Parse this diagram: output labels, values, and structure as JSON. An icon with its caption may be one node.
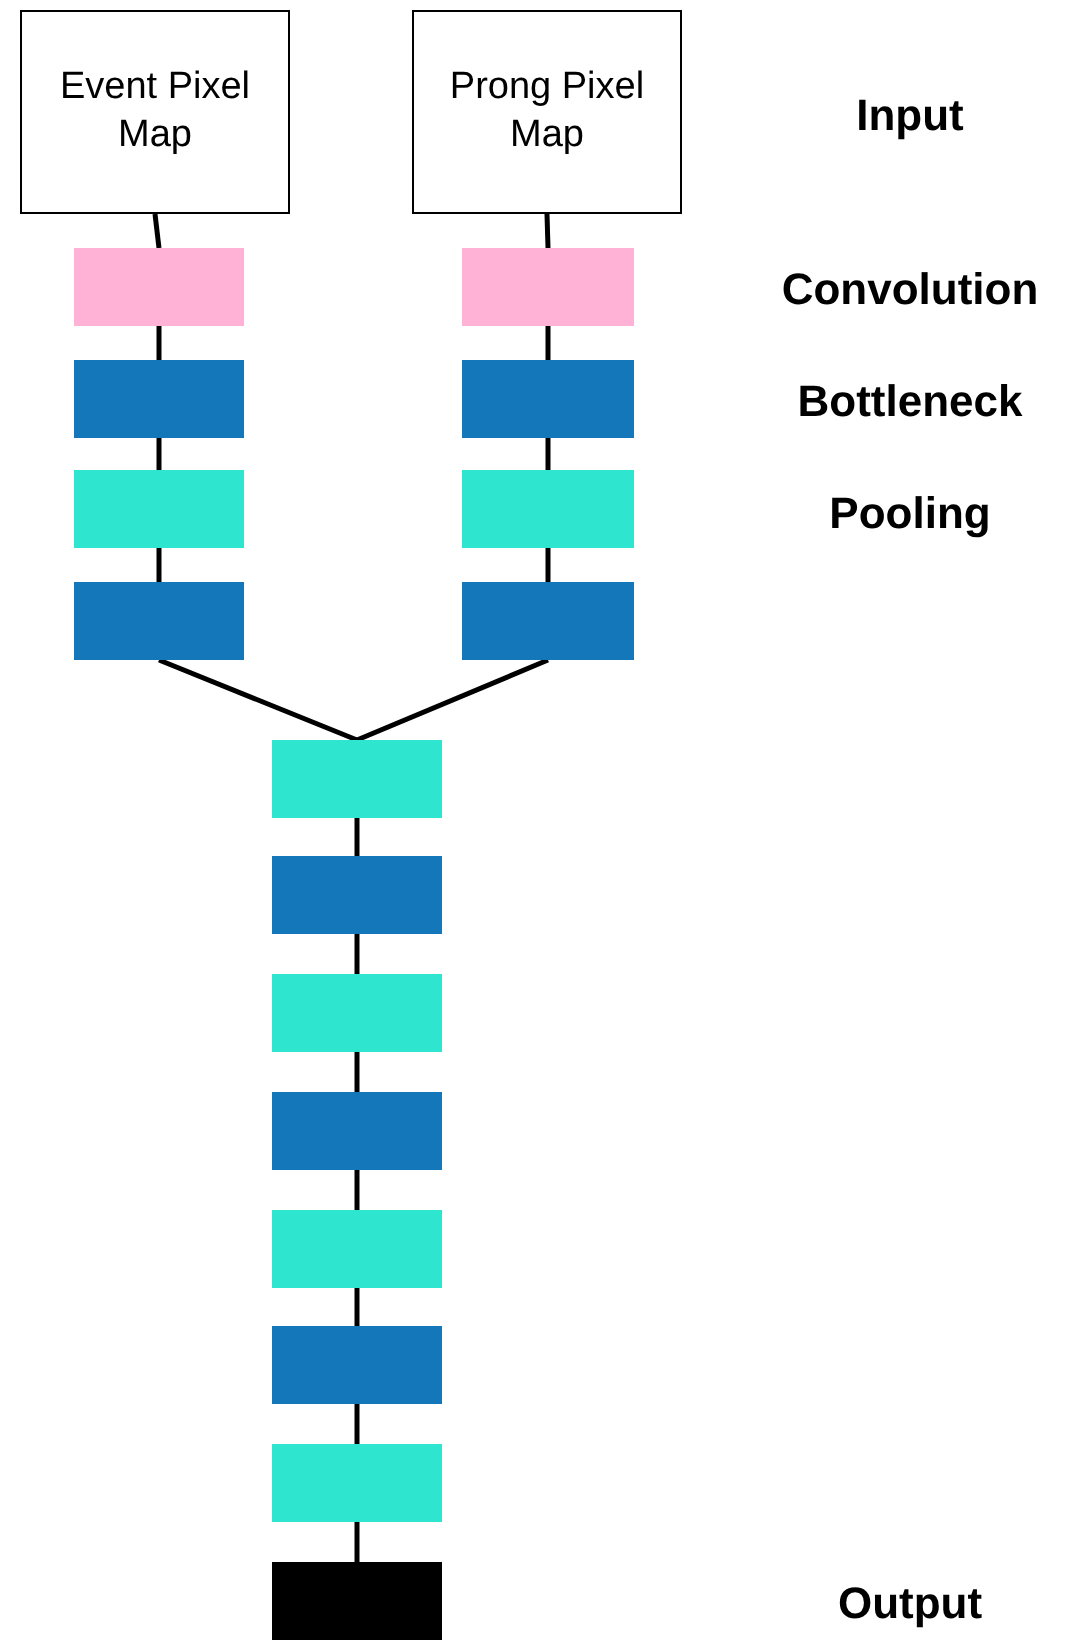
{
  "diagram": {
    "nodes": [
      {
        "text": [
          "Event Pixel Map"
        ]
      },
      {
        "text": [
          "Prong Pixel Map"
        ]
      },
      {
        "text": [],
        "shape": "box"
      },
      {
        "text": [],
        "shape": "box"
      },
      {
        "text": [],
        "shape": "box"
      },
      {
        "text": [],
        "shape": "box"
      },
      {
        "text": [],
        "shape": "box"
      },
      {
        "text": [],
        "shape": "box"
      },
      {
        "text": [],
        "shape": "box"
      },
      {
        "text": [],
        "shape": "box"
      },
      {
        "text": [],
        "shape": "box"
      },
      {
        "text": [],
        "shape": "box"
      },
      {
        "text": [],
        "shape": "box"
      },
      {
        "text": [],
        "shape": "box"
      },
      {
        "text": [],
        "shape": "box"
      },
      {
        "text": [],
        "shape": "box"
      },
      {
        "text": [],
        "shape": "box"
      },
      {
        "text": [],
        "shape": "box"
      }
    ],
    "edges": [
      {
        "from": 0,
        "to": 2,
        "arrow": "none"
      },
      {
        "from": 2,
        "to": 3,
        "arrow": "none"
      },
      {
        "from": 3,
        "to": 4,
        "arrow": "none"
      },
      {
        "from": 4,
        "to": 5,
        "arrow": "none"
      },
      {
        "from": 1,
        "to": 6,
        "arrow": "none"
      },
      {
        "from": 6,
        "to": 7,
        "arrow": "none"
      },
      {
        "from": 7,
        "to": 8,
        "arrow": "none"
      },
      {
        "from": 8,
        "to": 9,
        "arrow": "none"
      },
      {
        "from": 5,
        "to": 10,
        "arrow": "none"
      },
      {
        "from": 9,
        "to": 10,
        "arrow": "none"
      },
      {
        "from": 10,
        "to": 11,
        "arrow": "none"
      },
      {
        "from": 11,
        "to": 12,
        "arrow": "none"
      },
      {
        "from": 12,
        "to": 13,
        "arrow": "none"
      },
      {
        "from": 13,
        "to": 14,
        "arrow": "none"
      },
      {
        "from": 14,
        "to": 15,
        "arrow": "none"
      },
      {
        "from": 15,
        "to": 16,
        "arrow": "none"
      },
      {
        "from": 16,
        "to": 17,
        "arrow": "none"
      }
    ],
    "labels": [
      "Input",
      "Convolution",
      "Bottleneck",
      "Pooling",
      "Output"
    ]
  }
}
